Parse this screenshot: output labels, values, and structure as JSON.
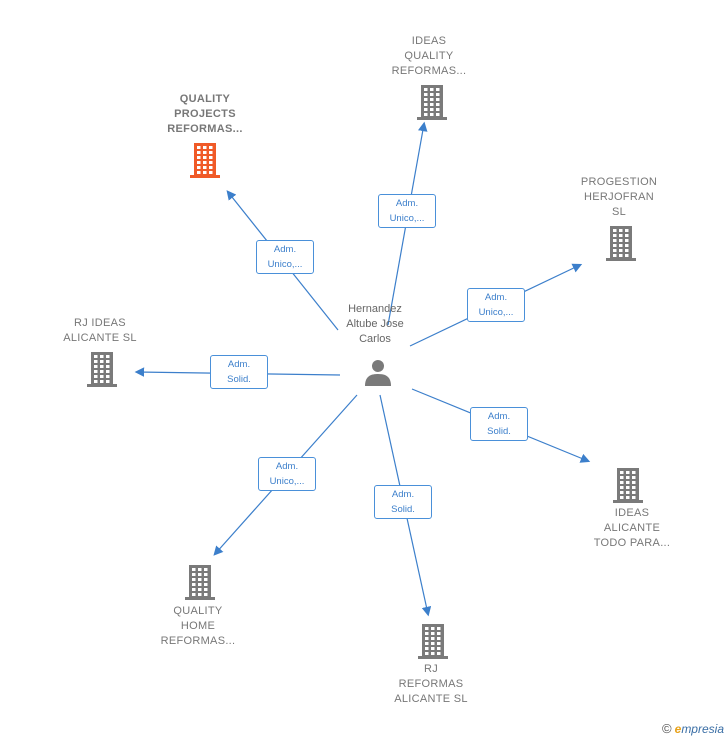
{
  "center": {
    "name": "Hernandez\nAltube Jose\nCarlos",
    "icon": "person-icon"
  },
  "nodes": [
    {
      "id": "quality-projects",
      "label": "QUALITY\nPROJECTS\nREFORMAS...",
      "highlight": true,
      "color": "#f05a28",
      "icon": "building-icon"
    },
    {
      "id": "ideas-quality",
      "label": "IDEAS\nQUALITY\nREFORMAS...",
      "highlight": false,
      "color": "#7a7a7a",
      "icon": "building-icon"
    },
    {
      "id": "progestion",
      "label": "PROGESTION\nHERJOFRAN\nSL",
      "highlight": false,
      "color": "#7a7a7a",
      "icon": "building-icon"
    },
    {
      "id": "rj-ideas",
      "label": "RJ IDEAS\nALICANTE SL",
      "highlight": false,
      "color": "#7a7a7a",
      "icon": "building-icon"
    },
    {
      "id": "ideas-alicante",
      "label": "IDEAS\nALICANTE\nTODO PARA...",
      "highlight": false,
      "color": "#7a7a7a",
      "icon": "building-icon"
    },
    {
      "id": "quality-home",
      "label": "QUALITY\nHOME\nREFORMAS...",
      "highlight": false,
      "color": "#7a7a7a",
      "icon": "building-icon"
    },
    {
      "id": "rj-reformas",
      "label": "RJ\nREFORMAS\nALICANTE SL",
      "highlight": false,
      "color": "#7a7a7a",
      "icon": "building-icon"
    }
  ],
  "edges": [
    {
      "to": "quality-projects",
      "label": "Adm.\nUnico,..."
    },
    {
      "to": "ideas-quality",
      "label": "Adm.\nUnico,..."
    },
    {
      "to": "progestion",
      "label": "Adm.\nUnico,..."
    },
    {
      "to": "rj-ideas",
      "label": "Adm.\nSolid."
    },
    {
      "to": "ideas-alicante",
      "label": "Adm.\nSolid."
    },
    {
      "to": "quality-home",
      "label": "Adm.\nUnico,..."
    },
    {
      "to": "rj-reformas",
      "label": "Adm.\nSolid."
    }
  ],
  "colors": {
    "edge": "#3c7fcb",
    "accent": "#f05a28",
    "icon": "#7a7a7a"
  },
  "branding": {
    "copyright": "©",
    "e": "e",
    "rest": "mpresia"
  }
}
